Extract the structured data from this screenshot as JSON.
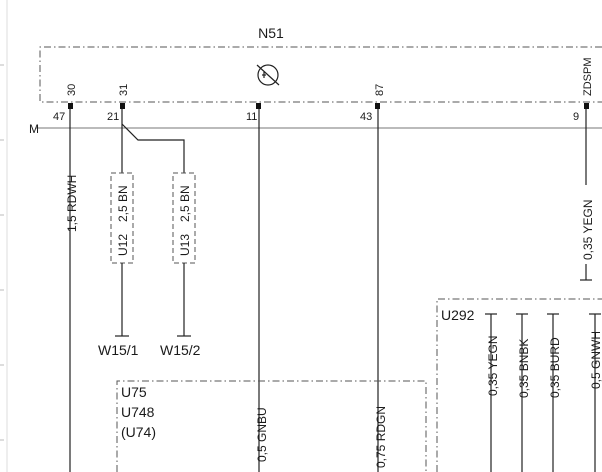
{
  "module": {
    "id": "N51"
  },
  "bus": {
    "label": "M"
  },
  "pins": [
    {
      "function": "30",
      "number": "47"
    },
    {
      "function": "31",
      "number": "21"
    },
    {
      "function": "",
      "number": "11"
    },
    {
      "function": "87",
      "number": "43"
    },
    {
      "function": "ZDSPM",
      "number": "9"
    }
  ],
  "wires": {
    "pin30": "1,5 RDWH",
    "u12": "2,5 BN",
    "u13": "2,5 BN",
    "pin11": "0,5 GNBU",
    "pin43": "0,75 RDGN",
    "pin9": "0,35 YEGN"
  },
  "splices": {
    "u12": "U12",
    "u13": "U13"
  },
  "grounds": {
    "g1": "W15/1",
    "g2": "W15/2"
  },
  "u75_box": {
    "line1": "U75",
    "line2": "U748",
    "line3": "(U74)"
  },
  "u292_box": {
    "label": "U292",
    "wires": [
      "0,35 YEGN",
      "0,35 BNBK",
      "0,35 BURD",
      "0,5 GNWH"
    ]
  }
}
